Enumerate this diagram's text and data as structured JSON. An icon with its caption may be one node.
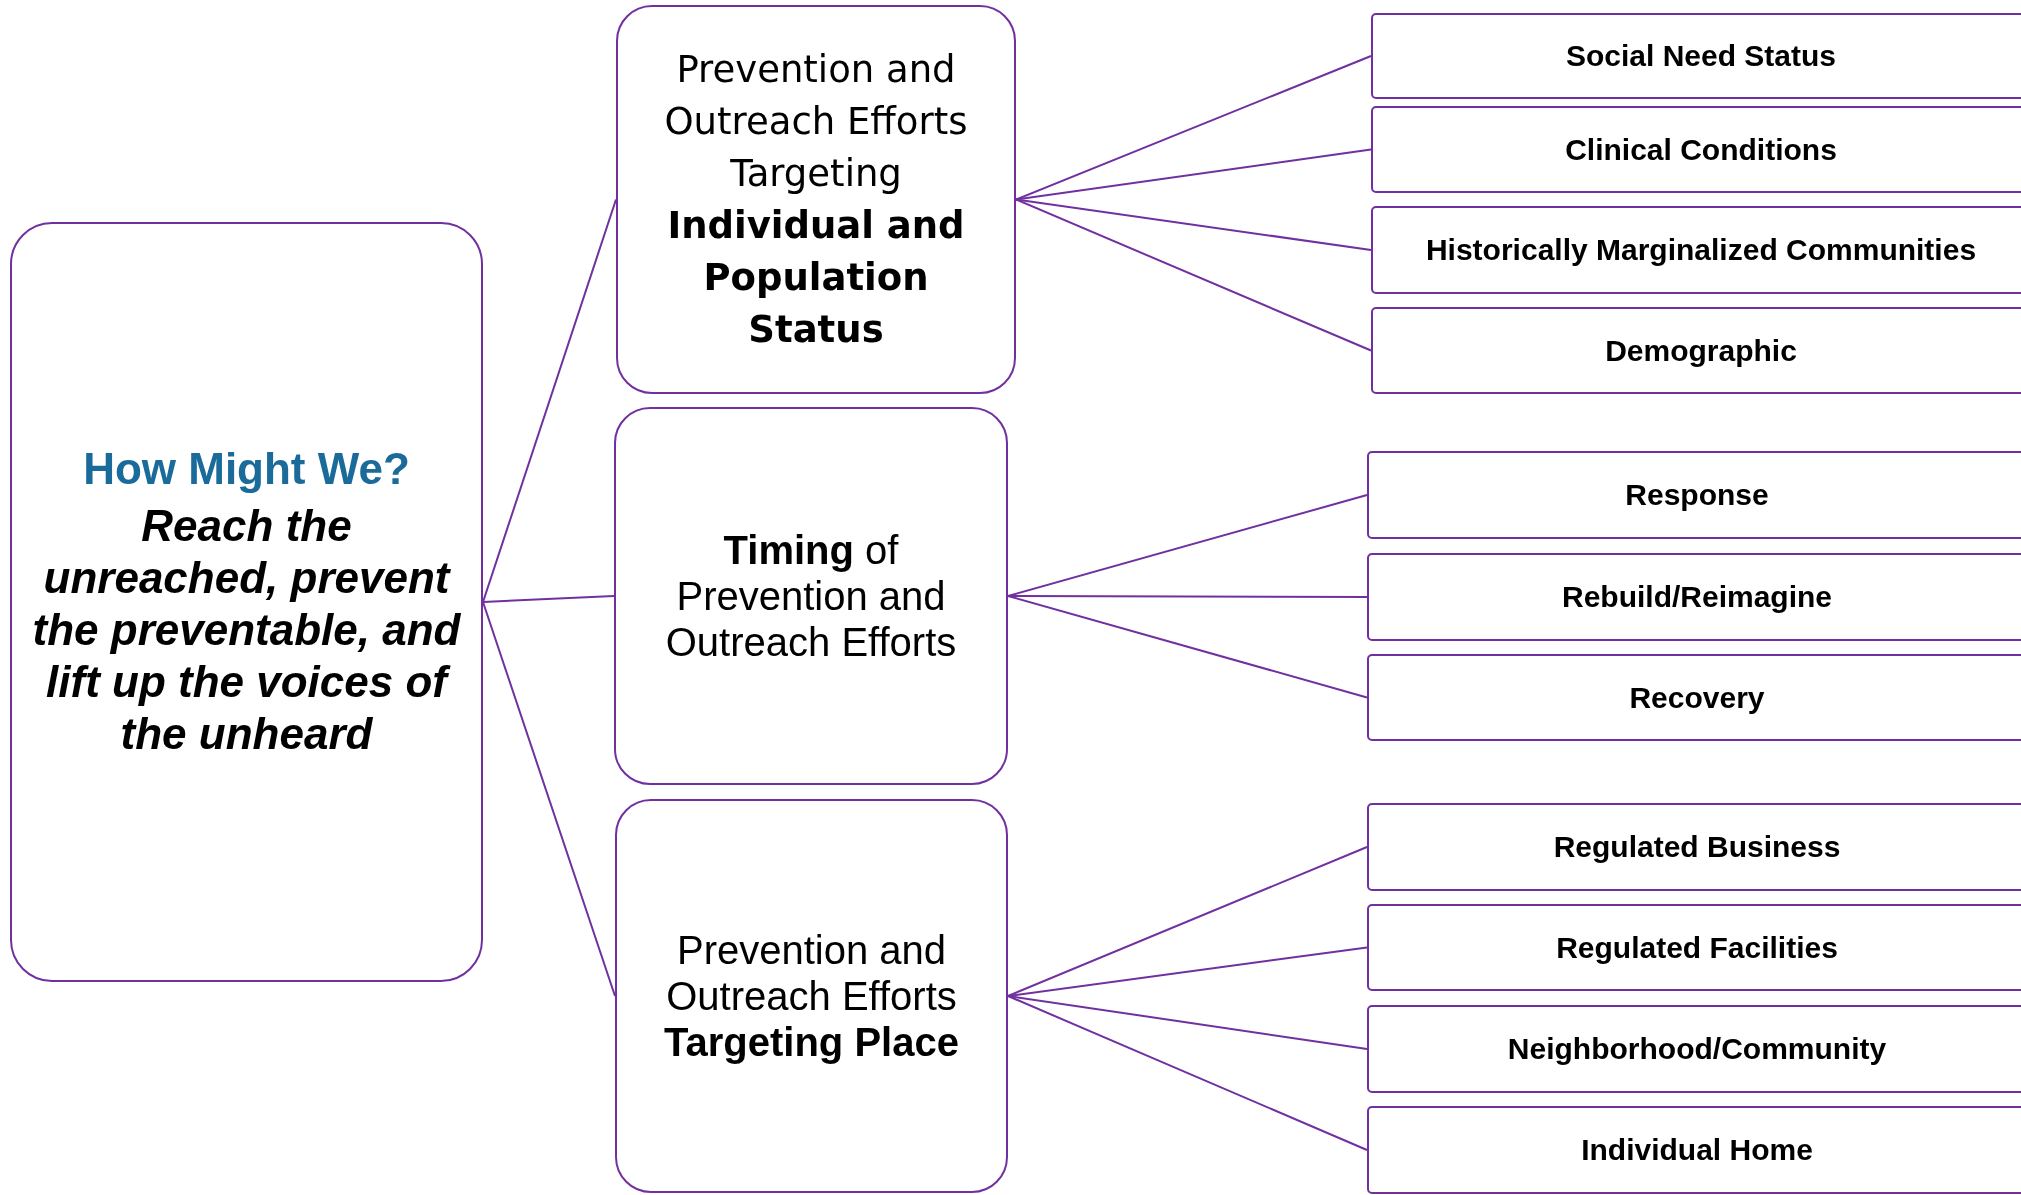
{
  "diagram": {
    "nodes": [
      {
        "text": [
          "How Might We?",
          "Reach the unreached, prevent the preventable, and lift up the voices of the unheard"
        ]
      },
      {
        "text": [
          "Prevention and Outreach Efforts Targeting **Individual and Population Status**"
        ]
      },
      {
        "text": [
          "**Timing** of Prevention and Outreach Efforts"
        ]
      },
      {
        "text": [
          "Prevention and Outreach Efforts **Targeting Place**"
        ]
      },
      {
        "text": [
          "Social Need Status"
        ]
      },
      {
        "text": [
          "Clinical Conditions"
        ]
      },
      {
        "text": [
          "Historically Marginalized Communities"
        ]
      },
      {
        "text": [
          "Demographic"
        ]
      },
      {
        "text": [
          "Response"
        ]
      },
      {
        "text": [
          "Rebuild/Reimagine"
        ]
      },
      {
        "text": [
          "Recovery"
        ]
      },
      {
        "text": [
          "Regulated Business"
        ]
      },
      {
        "text": [
          "Regulated Facilities"
        ]
      },
      {
        "text": [
          "Neighborhood/Community"
        ]
      },
      {
        "text": [
          "Individual Home"
        ]
      }
    ],
    "edges": [
      {
        "from": 0,
        "to": 1,
        "arrow": "none"
      },
      {
        "from": 0,
        "to": 2,
        "arrow": "none"
      },
      {
        "from": 0,
        "to": 3,
        "arrow": "none"
      },
      {
        "from": 1,
        "to": 4,
        "arrow": "none"
      },
      {
        "from": 1,
        "to": 5,
        "arrow": "none"
      },
      {
        "from": 1,
        "to": 6,
        "arrow": "none"
      },
      {
        "from": 1,
        "to": 7,
        "arrow": "none"
      },
      {
        "from": 2,
        "to": 8,
        "arrow": "none"
      },
      {
        "from": 2,
        "to": 9,
        "arrow": "none"
      },
      {
        "from": 2,
        "to": 10,
        "arrow": "none"
      },
      {
        "from": 3,
        "to": 11,
        "arrow": "none"
      },
      {
        "from": 3,
        "to": 12,
        "arrow": "none"
      },
      {
        "from": 3,
        "to": 13,
        "arrow": "none"
      },
      {
        "from": 3,
        "to": 14,
        "arrow": "none"
      }
    ]
  }
}
